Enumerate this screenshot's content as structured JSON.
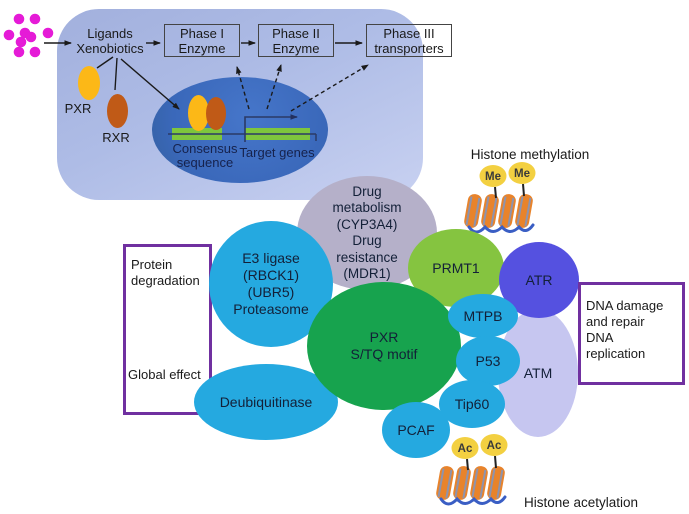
{
  "colors": {
    "membrane_fill": "#aebce6",
    "nucleus_fill": "#3a68ba",
    "node_blue": "#25a9e0",
    "node_gray": "#b5b0c9",
    "node_light_green": "#85c440",
    "node_green": "#17a34e",
    "node_violet": "#5551e0",
    "node_lavender": "#c6c6f0",
    "callout_border": "#7030a0",
    "ligand_magenta": "#e51bd7",
    "mark_yellow": "#f3d041",
    "histone_orange": "#e8832b",
    "gene_green": "#7ec63d",
    "pxr_yellow": "#fcb817",
    "rxr_orange": "#c05a17"
  },
  "membrane_pathway": {
    "ligands_lines": [
      "Ligands",
      "Xenobiotics"
    ],
    "phase_boxes": [
      {
        "lines": [
          "Phase I",
          "Enzyme"
        ]
      },
      {
        "lines": [
          "Phase II",
          "Enzyme"
        ]
      },
      {
        "lines": [
          "Phase III",
          "transporters"
        ]
      }
    ],
    "pxr_label": "PXR",
    "rxr_label": "RXR",
    "consensus_lines": [
      "Consensus",
      "sequence"
    ],
    "target_genes_label": "Target genes"
  },
  "nodes": {
    "drug_metabolism_lines": [
      "Drug",
      "metabolism",
      "(CYP3A4)",
      "Drug",
      "resistance",
      "(MDR1)"
    ],
    "e3_ligase_lines": [
      "E3 ligase",
      "(RBCK1)",
      "(UBR5)",
      "Proteasome"
    ],
    "prmt1": "PRMT1",
    "atr": "ATR",
    "pxr_motif_lines": [
      "PXR",
      "S/TQ motif"
    ],
    "mtpb": "MTPB",
    "p53": "P53",
    "tip60": "Tip60",
    "pcaf": "PCAF",
    "atm": "ATM",
    "deubiquitinase": "Deubiquitinase"
  },
  "callouts": {
    "protein_degradation": "Protein degradation",
    "global_effect": "Global effect",
    "dna_damage_lines": [
      "DNA damage",
      "and repair",
      "DNA",
      "replication"
    ]
  },
  "histones": {
    "methylation_title": "Histone methylation",
    "methylation_marks": [
      "Me",
      "Me"
    ],
    "acetylation_title": "Histone acetylation",
    "acetylation_marks": [
      "Ac",
      "Ac"
    ]
  },
  "icons": {
    "ligand_dots_icon": "magenta dot cluster",
    "nucleosome_icon": "orange histone cylinders wrapped by blue DNA loops",
    "transcription_arrow_icon": "bent arrow over target genes"
  }
}
